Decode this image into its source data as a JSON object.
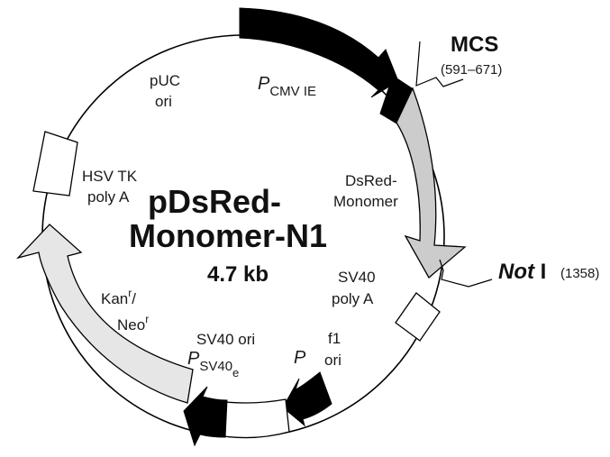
{
  "plasmid": {
    "name_line1": "pDsRed-",
    "name_line2": "Monomer-N1",
    "size": "4.7 kb"
  },
  "features": {
    "mcs": {
      "label": "MCS",
      "range": "(591–671)"
    },
    "notI": {
      "name_italic": "Not",
      "name_roman": " I",
      "position": "(1358)"
    },
    "pcmv": {
      "p": "P",
      "sub": "CMV IE"
    },
    "dsred": {
      "line1": "DsRed-",
      "line2": "Monomer"
    },
    "sv40polyA": {
      "line1": "SV40",
      "line2": "poly A"
    },
    "f1ori": {
      "line1": "f1",
      "line2": "ori"
    },
    "p_promoter": {
      "p": "P"
    },
    "sv40ori": {
      "line1": "SV40 ori",
      "p": "P",
      "sub": "SV40",
      "subsub": "e"
    },
    "kan": {
      "line1_base": "Kan",
      "line1_sup": "r",
      "line1_end": "/",
      "line2_base": "Neo",
      "line2_sup": "r"
    },
    "hsvtk": {
      "line1": "HSV TK",
      "line2": "poly A"
    },
    "puc": {
      "line1": "pUC",
      "line2": "ori"
    }
  },
  "colors": {
    "black": "#000000",
    "gray": "#cccccc",
    "lightgray": "#e6e6e6",
    "white": "#ffffff"
  }
}
